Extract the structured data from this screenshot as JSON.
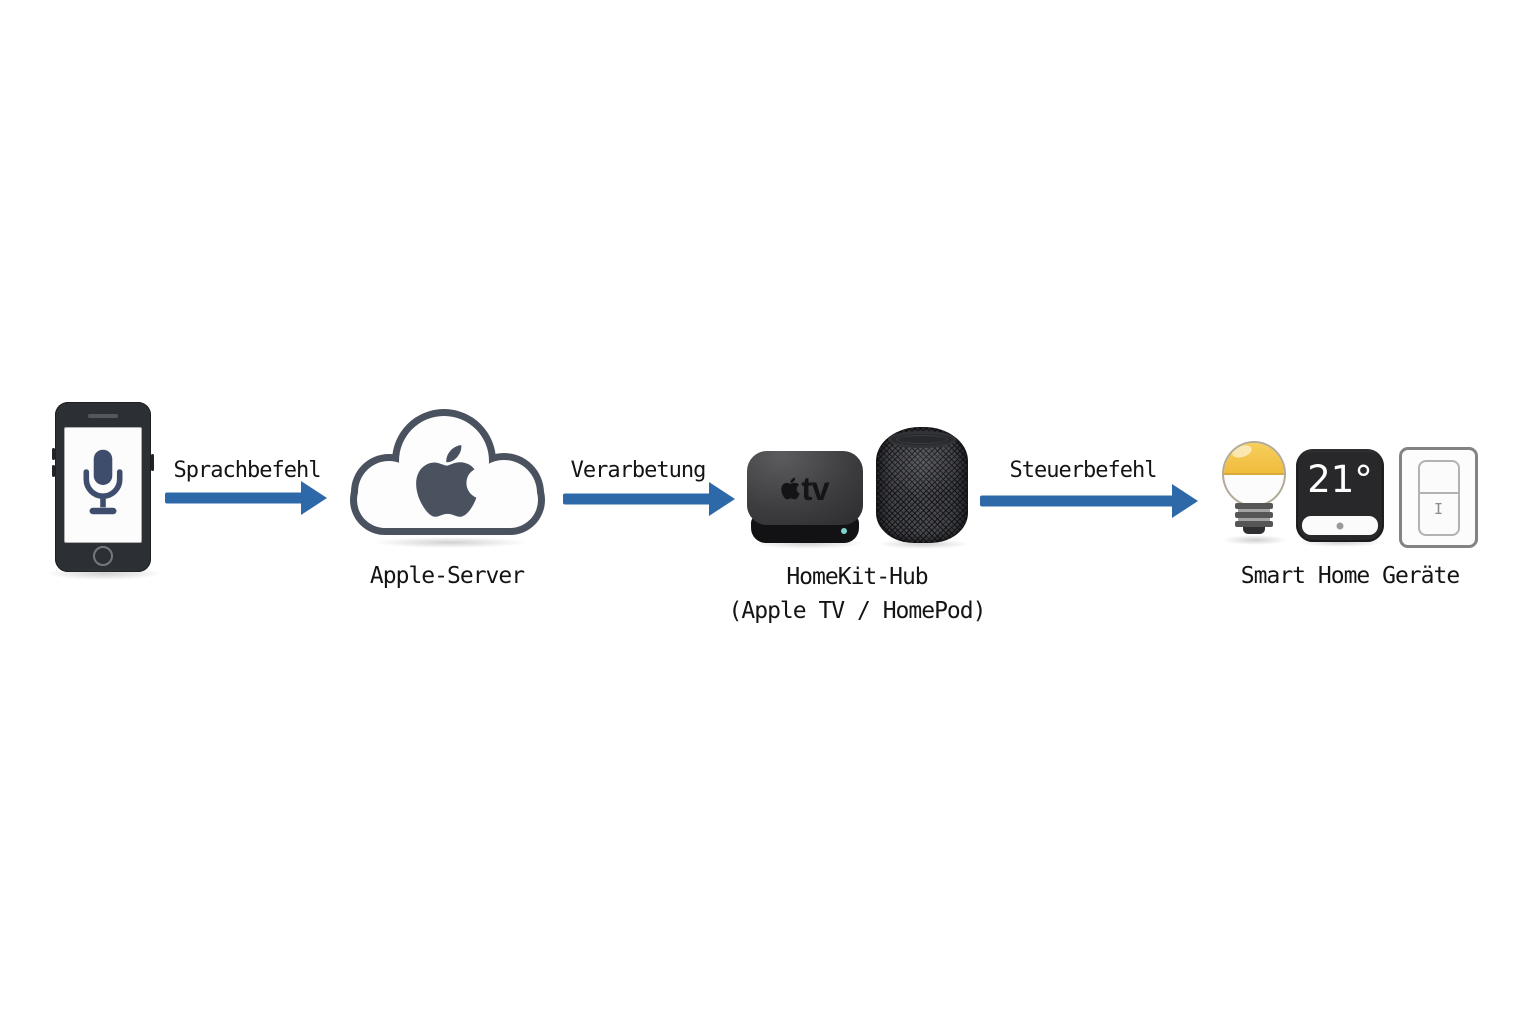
{
  "diagram": {
    "background_color": "#ffffff",
    "arrow_color": "#2d69a8",
    "text_color": "#141414",
    "arrows": [
      {
        "label": "Sprachbefehl"
      },
      {
        "label": "Verarbetung"
      },
      {
        "label": "Steuerbefehl"
      }
    ],
    "nodes": {
      "smartphone": {
        "icon": "microphone-icon",
        "mic_color": "#3e4d6b"
      },
      "apple_server": {
        "label": "Apple-Server",
        "icon": "apple-cloud-icon",
        "outline_color": "#4a5260"
      },
      "homekit_hub": {
        "label": "HomeKit-Hub",
        "sublabel": "(Apple TV / HomePod)",
        "appletv_logo_text": "tv",
        "icons": [
          "apple-tv-icon",
          "homepod-icon"
        ]
      },
      "smart_home": {
        "label": "Smart Home Geräte",
        "icons": [
          "light-bulb-icon",
          "thermostat-icon",
          "light-switch-icon"
        ],
        "thermostat_reading": "21°",
        "switch_on_mark": "I",
        "bulb_color": "#f0bc3e"
      }
    }
  }
}
